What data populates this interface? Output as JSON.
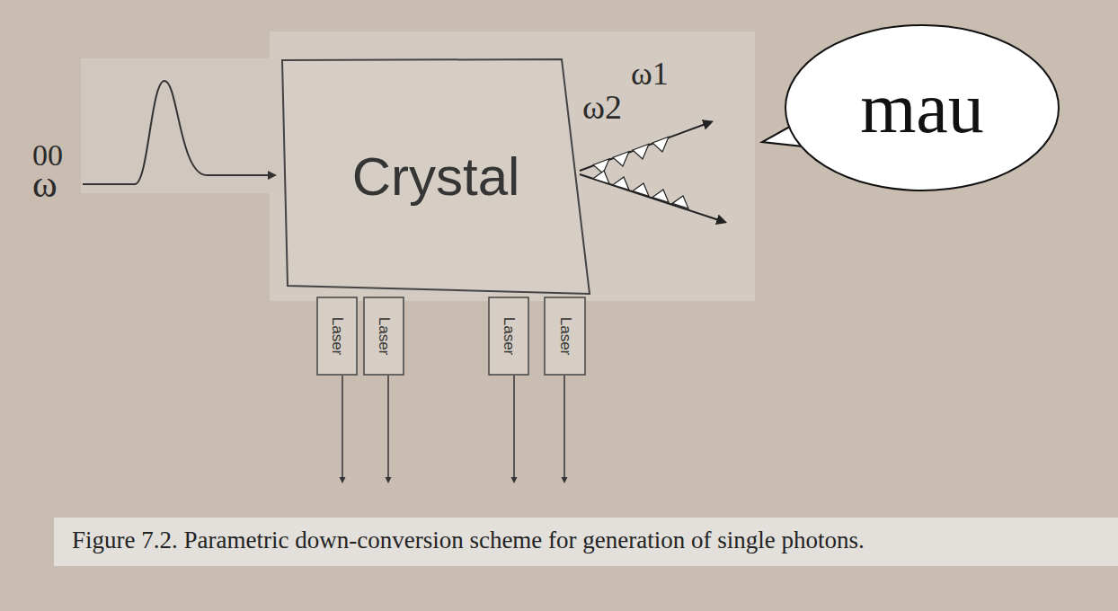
{
  "diagram": {
    "caption": "Figure 7.2. Parametric down-conversion scheme for generation of single photons.",
    "nodes": [
      {
        "text": [
          "Crystal"
        ]
      },
      {
        "text": [
          "mau"
        ]
      },
      {
        "text": [
          "Laser"
        ]
      },
      {
        "text": [
          "Laser"
        ]
      },
      {
        "text": [
          "Laser"
        ]
      },
      {
        "text": [
          "Laser"
        ]
      }
    ],
    "labels": [
      "00",
      "ω",
      "ω2",
      "ω1"
    ]
  }
}
